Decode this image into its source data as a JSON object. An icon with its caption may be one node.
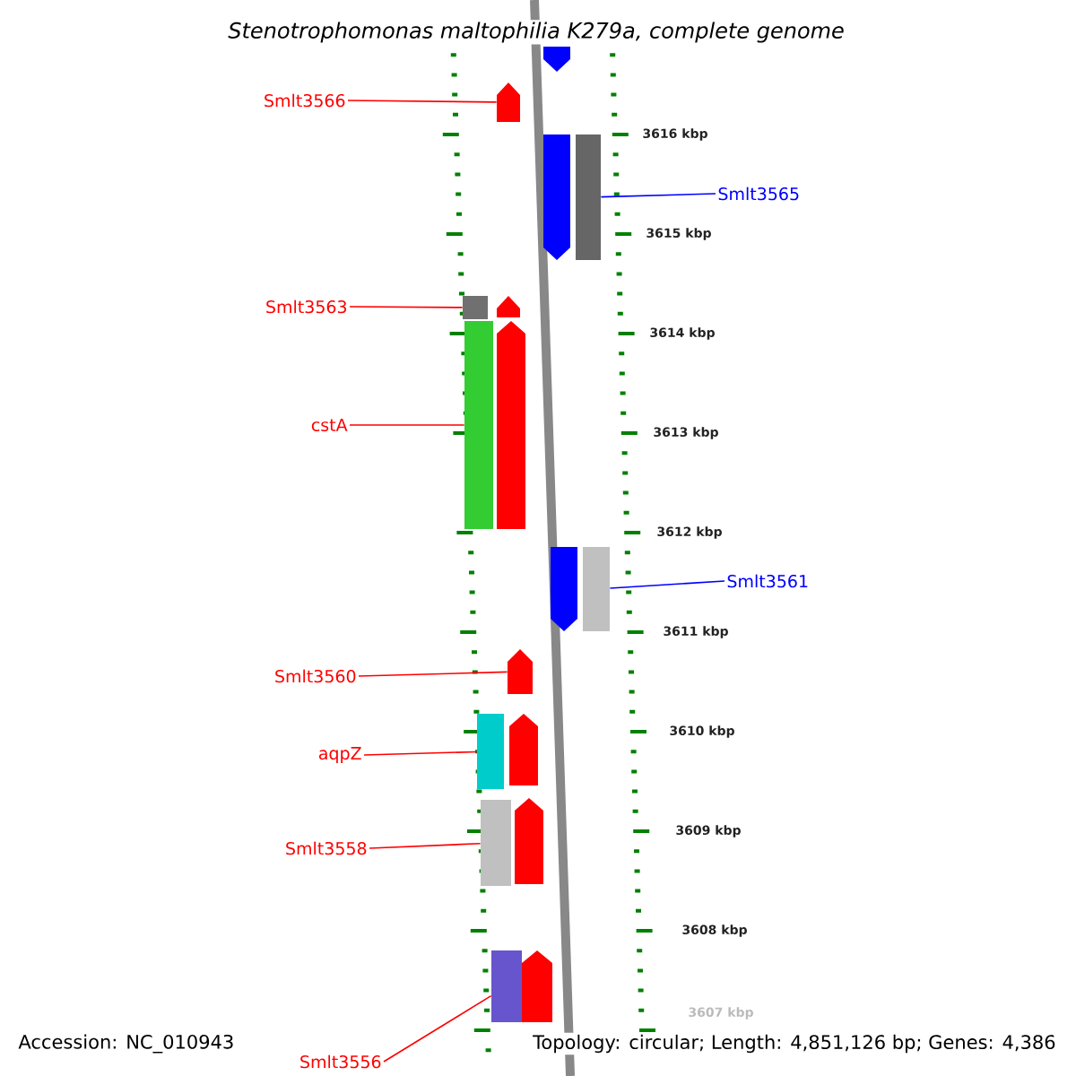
{
  "diagram": {
    "title": "Stenotrophomonas maltophilia K279a, complete genome",
    "nodes": [
      {
        "text": [],
        "shape": "bar"
      },
      {
        "text": [
          "Smlt3566"
        ]
      },
      {
        "text": [],
        "shape": "bar"
      },
      {
        "text": [],
        "shape": "bar"
      },
      {
        "text": [],
        "shape": "bar"
      },
      {
        "text": [
          "Smlt3565"
        ]
      },
      {
        "text": [
          "Smlt3563"
        ]
      },
      {
        "text": [],
        "shape": "bar"
      },
      {
        "text": [],
        "shape": "bar"
      },
      {
        "text": [
          "cstA"
        ]
      },
      {
        "text": [],
        "shape": "bar"
      },
      {
        "text": [],
        "shape": "bar"
      },
      {
        "text": [],
        "shape": "bar"
      },
      {
        "text": [],
        "shape": "bar"
      },
      {
        "text": [
          "Smlt3561"
        ]
      },
      {
        "text": [
          "Smlt3560"
        ]
      },
      {
        "text": [],
        "shape": "bar"
      },
      {
        "text": [
          "aqpZ"
        ]
      },
      {
        "text": [],
        "shape": "bar"
      },
      {
        "text": [],
        "shape": "bar"
      },
      {
        "text": [
          "Smlt3558"
        ]
      },
      {
        "text": [],
        "shape": "bar"
      },
      {
        "text": [],
        "shape": "bar"
      },
      {
        "text": [
          "Smlt3556"
        ]
      },
      {
        "text": [],
        "shape": "bar"
      },
      {
        "text": [],
        "shape": "bar"
      }
    ],
    "edges": [
      {
        "from": 1,
        "to": 2,
        "arrow": "none"
      },
      {
        "from": 5,
        "to": 4,
        "arrow": "none",
        "color": "#0000ff"
      },
      {
        "from": 6,
        "to": 7,
        "arrow": "none"
      },
      {
        "from": 9,
        "to": 10,
        "arrow": "none"
      },
      {
        "from": 14,
        "to": 13,
        "arrow": "none",
        "color": "#0000ff"
      },
      {
        "from": 15,
        "to": 16,
        "arrow": "none"
      },
      {
        "from": 17,
        "to": 18,
        "arrow": "none"
      },
      {
        "from": 20,
        "to": 21,
        "arrow": "none"
      },
      {
        "from": 23,
        "to": 24,
        "arrow": "none"
      }
    ],
    "labels": [
      "3616 kbp",
      "3615 kbp",
      "3614 kbp",
      "3613 kbp",
      "3612 kbp",
      "3611 kbp",
      "3610 kbp",
      "3609 kbp",
      "3608 kbp",
      "3607 kbp",
      "Accession: NC_010943",
      "Topology: circular; Length: 4,851,126 bp; Genes: 4,386"
    ]
  }
}
